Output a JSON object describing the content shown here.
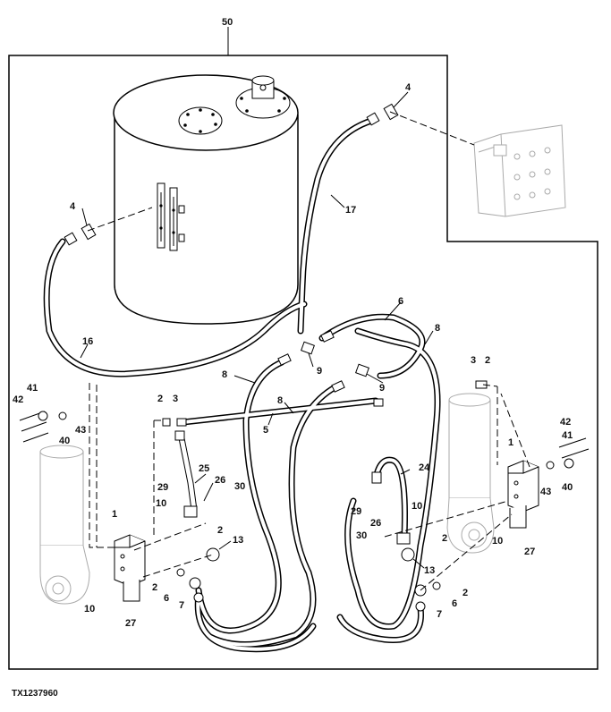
{
  "figure_id": "TX1237960",
  "callouts": {
    "c50": "50",
    "c4a": "4",
    "c4b": "4",
    "c17": "17",
    "c16": "16",
    "c6": "6",
    "c8a": "8",
    "c8b": "8",
    "c8c": "8",
    "c9a": "9",
    "c9b": "9",
    "c5": "5",
    "c3a": "3",
    "c2a": "2",
    "c2b": "2",
    "c3b": "3",
    "c42a": "42",
    "c41a": "41",
    "c40a": "40",
    "c43a": "43",
    "c29a": "29",
    "c25": "25",
    "c26a": "26",
    "c30a": "30",
    "c10a": "10",
    "c1a": "1",
    "c2c": "2",
    "c13a": "13",
    "c2d": "2",
    "c6a": "6",
    "c7a": "7",
    "c10b": "10",
    "c27a": "27",
    "c24": "24",
    "c29b": "29",
    "c10c": "10",
    "c26b": "26",
    "c30b": "30",
    "c2e": "2",
    "c13b": "13",
    "c7b": "7",
    "c6b": "6",
    "c2f": "2",
    "c1b": "1",
    "c43b": "43",
    "c40b": "40",
    "c41b": "41",
    "c42b": "42",
    "c10d": "10",
    "c27b": "27"
  }
}
